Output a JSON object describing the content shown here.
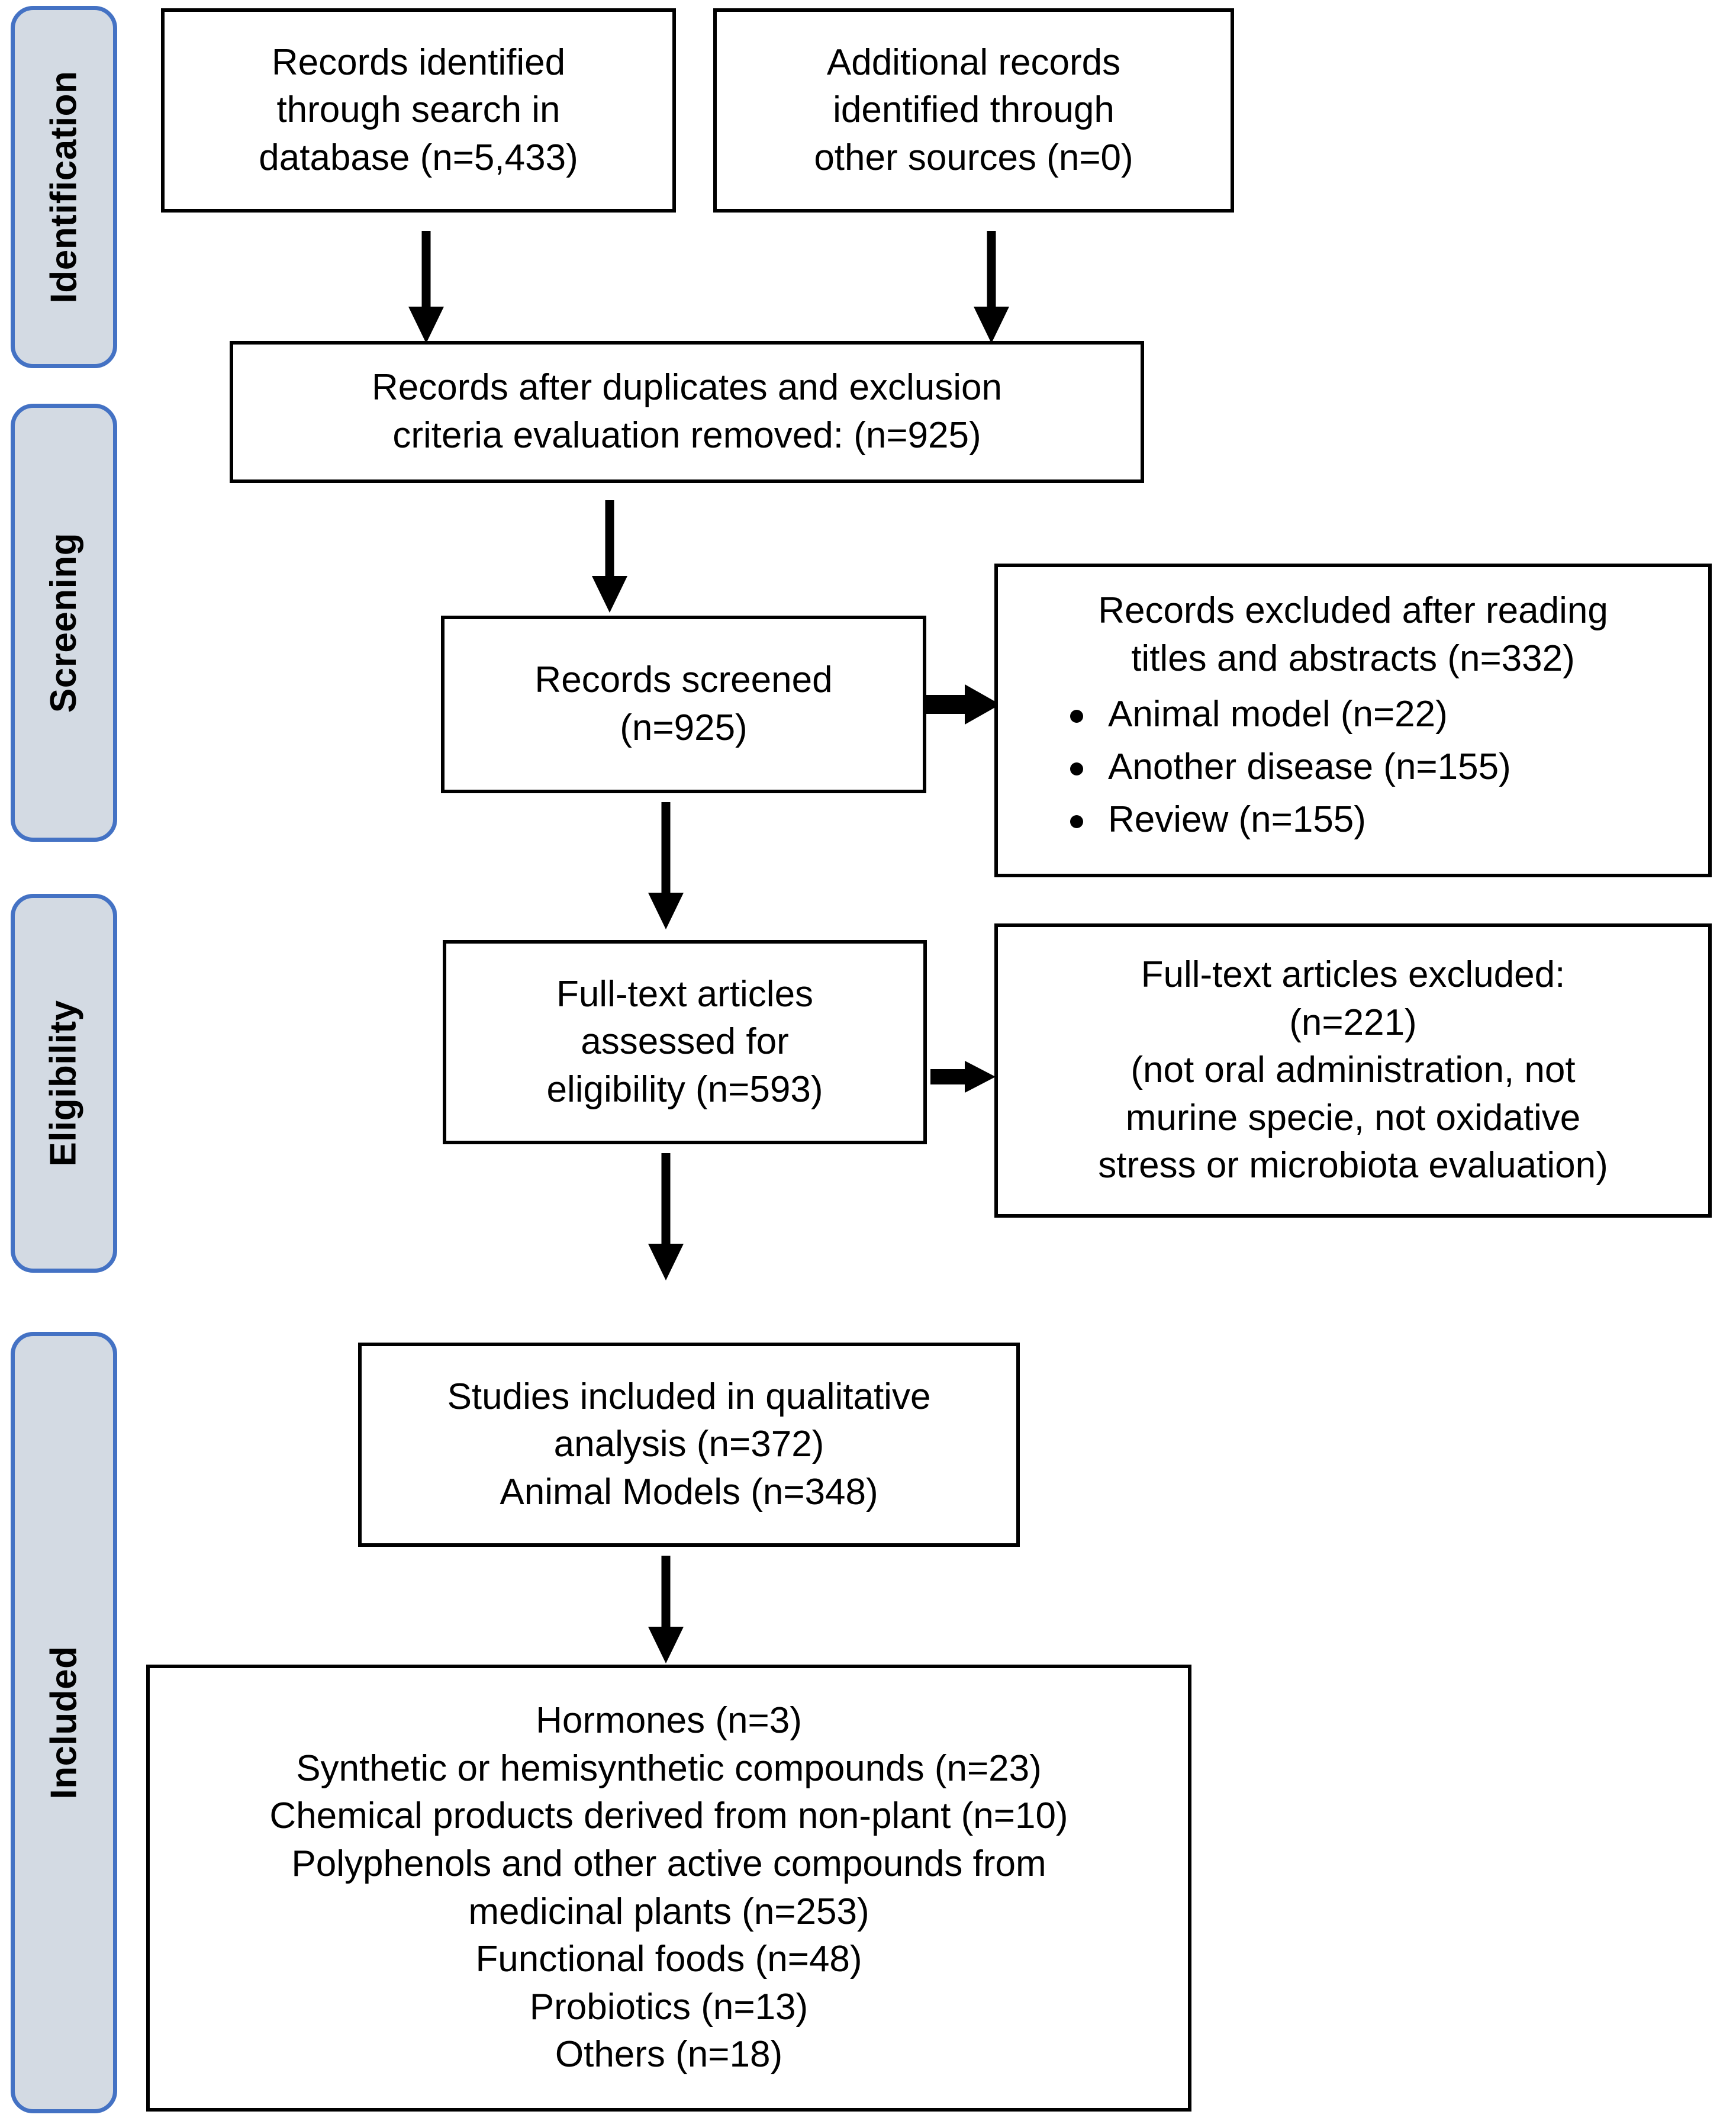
{
  "diagram": {
    "title": "PRISMA flow diagram",
    "colors": {
      "phase_fill": "#d3dae3",
      "phase_border": "#4472c4",
      "box_border": "#000000",
      "box_fill": "#ffffff",
      "text": "#000000"
    }
  },
  "phases": [
    {
      "id": "identification",
      "label": "Identification"
    },
    {
      "id": "screening",
      "label": "Screening"
    },
    {
      "id": "eligibility",
      "label": "Eligibility"
    },
    {
      "id": "included",
      "label": "Included"
    }
  ],
  "nodes": {
    "records_identified": {
      "lines": [
        "Records identified",
        "through search in",
        "database (n=5,433)"
      ]
    },
    "additional_records": {
      "lines": [
        "Additional records",
        "identified through",
        "other sources (n=0)"
      ]
    },
    "after_duplicates": {
      "lines": [
        "Records after duplicates and exclusion",
        "criteria evaluation removed: (n=925)"
      ]
    },
    "records_screened": {
      "lines": [
        "Records screened",
        "(n=925)"
      ]
    },
    "records_excluded": {
      "heading_lines": [
        "Records excluded after reading",
        "titles and abstracts (n=332)"
      ],
      "bullets": [
        "Animal model (n=22)",
        "Another disease (n=155)",
        "Review (n=155)"
      ]
    },
    "fulltext_assessed": {
      "lines": [
        "Full-text articles",
        "assessed for",
        "eligibility (n=593)"
      ]
    },
    "fulltext_excluded": {
      "lines": [
        "Full-text articles excluded:",
        "(n=221)",
        "(not oral administration, not",
        "murine specie, not oxidative",
        "stress or microbiota evaluation)"
      ]
    },
    "studies_included": {
      "lines": [
        "Studies included in qualitative",
        "analysis (n=372)",
        "Animal Models (n=348)"
      ]
    },
    "categories": {
      "lines": [
        "Hormones (n=3)",
        "Synthetic or hemisynthetic compounds (n=23)",
        "Chemical products derived from non-plant (n=10)",
        "Polyphenols and other active compounds from",
        "medicinal plants (n=253)",
        "Functional foods (n=48)",
        "Probiotics (n=13)",
        "Others (n=18)"
      ]
    }
  },
  "connectors": [
    {
      "id": "identified-to-duplicates",
      "kind": "arrow-down"
    },
    {
      "id": "additional-to-duplicates",
      "kind": "arrow-down"
    },
    {
      "id": "duplicates-to-screened",
      "kind": "arrow-down"
    },
    {
      "id": "screened-to-excluded",
      "kind": "arrow-right"
    },
    {
      "id": "screened-to-fulltext",
      "kind": "arrow-down"
    },
    {
      "id": "fulltext-to-excluded",
      "kind": "arrow-right"
    },
    {
      "id": "fulltext-to-included",
      "kind": "arrow-down"
    },
    {
      "id": "included-to-categories",
      "kind": "arrow-down"
    }
  ]
}
